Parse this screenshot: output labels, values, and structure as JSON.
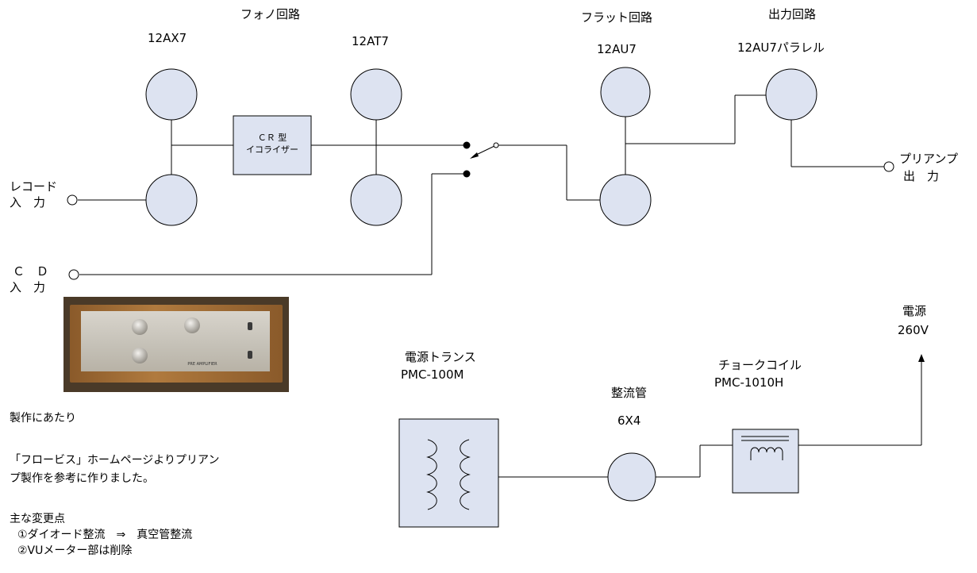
{
  "sections": {
    "phono": "フォノ回路",
    "flat": "フラット回路",
    "output": "出力回路"
  },
  "tubes": {
    "t1": "12AX7",
    "t2": "12AT7",
    "t3": "12AU7",
    "t4": "12AU7パラレル",
    "rect": "6X4"
  },
  "equalizer": {
    "line1": "ＣＲ 型",
    "line2": "イコライザー"
  },
  "inputs": {
    "record": [
      "レコード",
      "入　力"
    ],
    "cd": [
      "Ｃ　Ｄ",
      "入　力"
    ]
  },
  "output_jack": [
    "プリアンプ",
    "出　力"
  ],
  "power": {
    "transformer_name": "電源トランス",
    "transformer_model": "PMC-100M",
    "rectifier_name": "整流管",
    "choke_name": "チョークコイル",
    "choke_model": "PMC-1010H",
    "supply_name": "電源",
    "supply_voltage": "260V"
  },
  "photo": {
    "plate_text": "PRE AMPLIFIER"
  },
  "notes": {
    "heading": "製作にあたり",
    "para1": "「フロービス」ホームページよりプリアン",
    "para2": "プ製作を参考に作りました。",
    "changes_heading": "主な変更点",
    "change1": "①ダイオード整流　⇒　真空管整流",
    "change2": "②VUメーター部は削除"
  },
  "colors": {
    "tube_fill": "#dde3f1",
    "box_fill": "#dde3f1",
    "line": "#000000"
  }
}
